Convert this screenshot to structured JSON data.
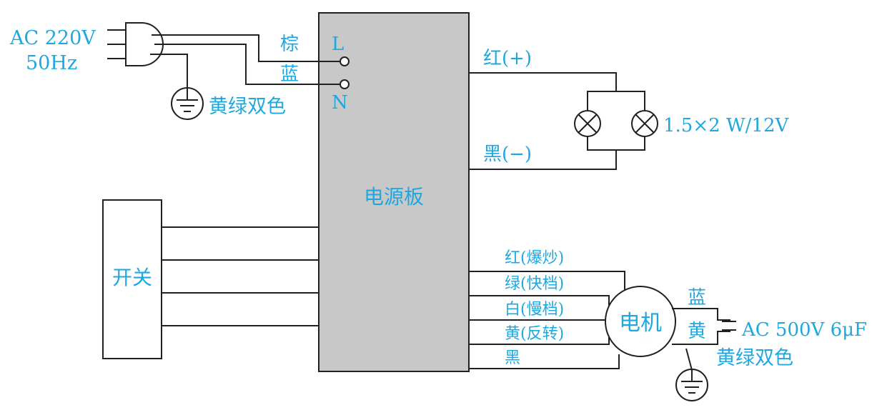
{
  "colors": {
    "label": "#1fa8e0",
    "line": "#231f20",
    "board_fill": "#c8c8c8"
  },
  "power": {
    "voltage": "AC 220V",
    "frequency": "50Hz",
    "ground": "黄绿双色"
  },
  "terminals": {
    "wire_brown": "棕",
    "wire_blue": "蓝",
    "L": "L",
    "N": "N"
  },
  "board": {
    "label": "电源板"
  },
  "lamp": {
    "wire_positive": "红(+)",
    "wire_negative": "黑(−)",
    "rating": "1.5×2 W/12V"
  },
  "switch": {
    "label": "开关"
  },
  "motor": {
    "label": "电机",
    "wires": [
      "红(爆炒)",
      "绿(快档)",
      "白(慢档)",
      "黄(反转)",
      "黑"
    ],
    "cap_wire_blue": "蓝",
    "cap_wire_yellow": "黄",
    "capacitor": "AC 500V 6μF",
    "ground": "黄绿双色"
  }
}
